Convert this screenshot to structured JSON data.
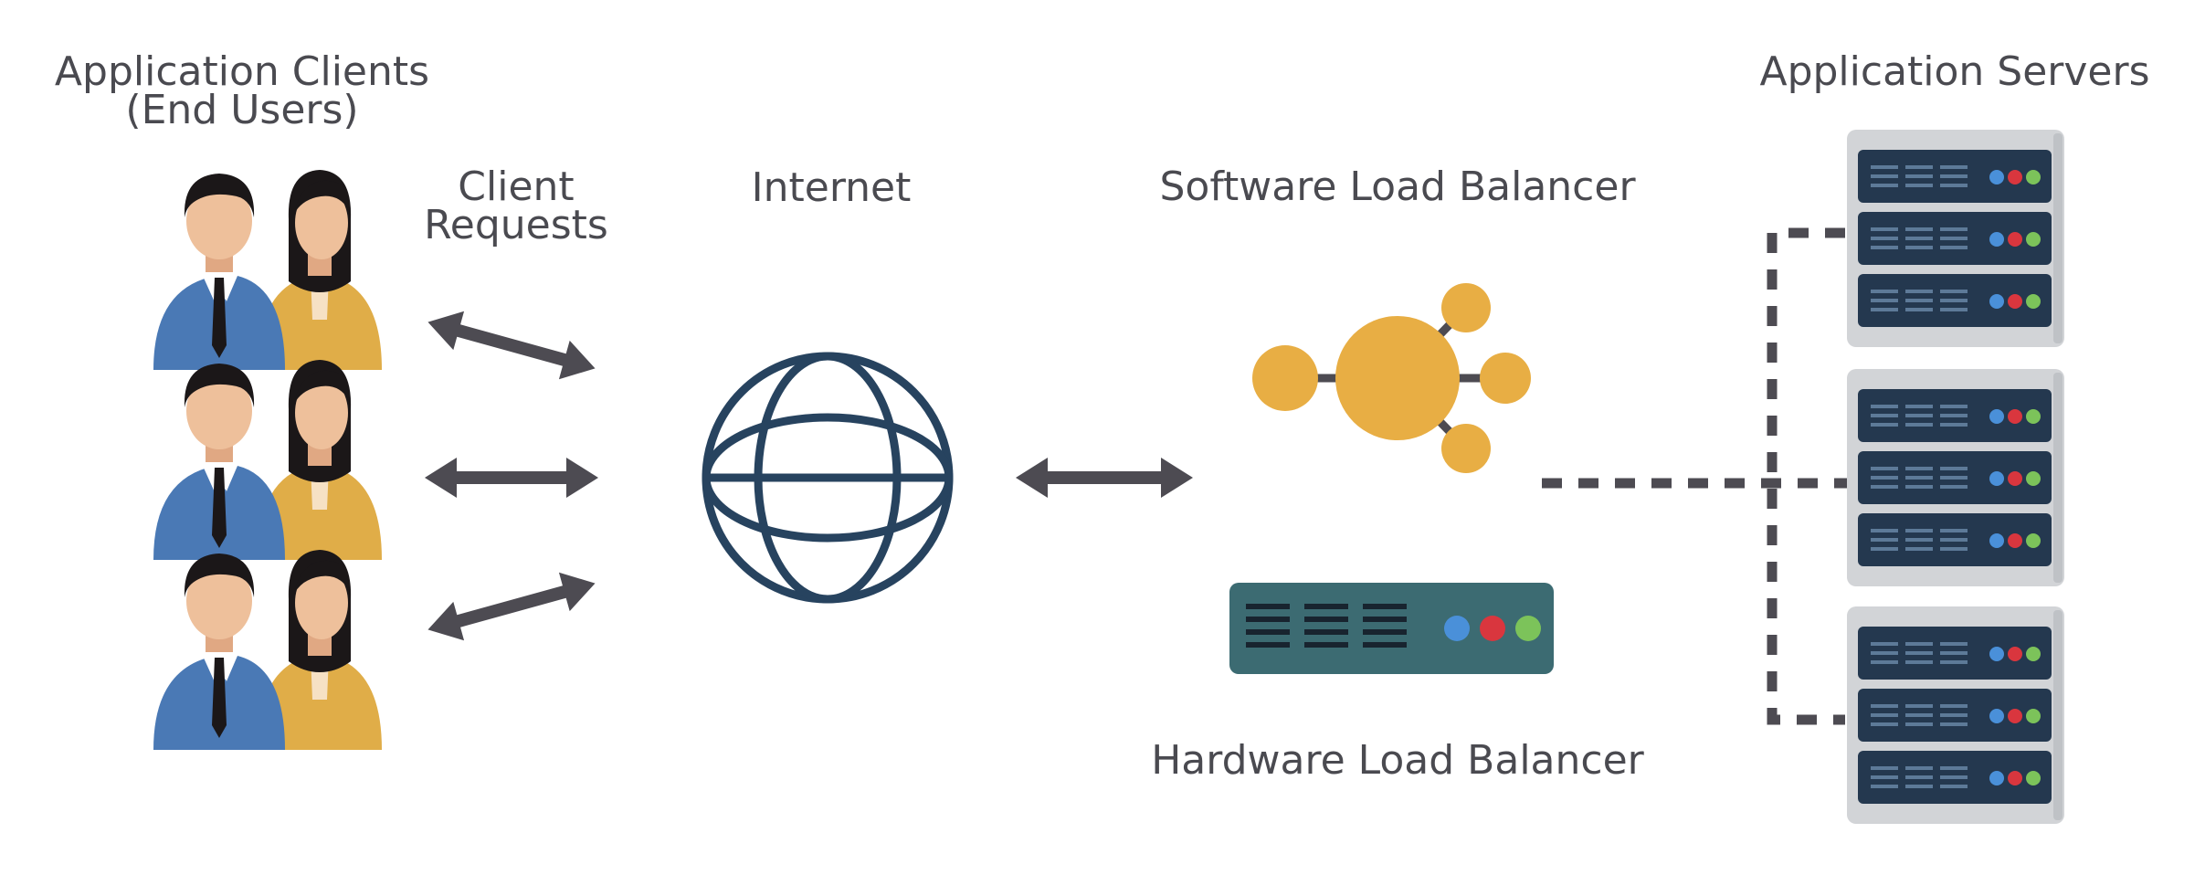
{
  "labels": {
    "clients_line1": "Application Clients",
    "clients_line2": "(End Users)",
    "requests_line1": "Client",
    "requests_line2": "Requests",
    "internet": "Internet",
    "software_lb": "Software Load Balancer",
    "hardware_lb": "Hardware Load Balancer",
    "servers": "Application Servers"
  },
  "colors": {
    "text": "#4a4a50",
    "arrow": "#4d4b52",
    "globe": "#27435f",
    "hub": "#e8ae44",
    "hardware_body": "#3c6b72",
    "server_frame": "#d2d4d7",
    "server_unit": "#24384f",
    "led_blue": "#4a90d9",
    "led_red": "#d9363e",
    "led_green": "#7cc35a",
    "male_suit": "#4a79b5",
    "female_suit": "#e0ad48",
    "skin": "#eec09b",
    "hair": "#1b1718"
  },
  "icons": {
    "user_pairs": [
      "people-icon",
      "people-icon",
      "people-icon"
    ],
    "internet": "globe-icon",
    "software_lb": "hub-node-icon",
    "hardware_lb": "hardware-appliance-icon",
    "servers": [
      "server-rack-icon",
      "server-rack-icon",
      "server-rack-icon"
    ]
  }
}
